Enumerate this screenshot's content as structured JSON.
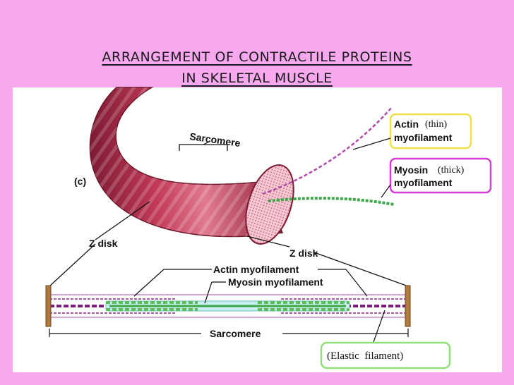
{
  "title": {
    "line1": "ARRANGEMENT OF CONTRACTILE PROTEINS",
    "line2": "IN SKELETAL MUSCLE"
  },
  "diagram": {
    "panel_letter": "(c)",
    "sarcomere_top": "Sarcomere",
    "z_disk_left": "Z disk",
    "z_disk_right": "Z disk",
    "actin_myofilament": "Actin myofilament",
    "myosin_myofilament": "Myosin myofilament",
    "sarcomere_bottom": "Sarcomere",
    "callout_actin": {
      "name": "Actin",
      "type": "(thin)",
      "line2": "myofilament",
      "border_color": "#f1e04a"
    },
    "callout_myosin": {
      "name": "Myosin",
      "type": "(thick)",
      "line2": "myofilament",
      "border_color": "#d63bd6"
    },
    "callout_elastic": {
      "text": "(Elastic  filament)",
      "border_color": "#8fe07a"
    }
  },
  "colors": {
    "background": "#f7a8ee",
    "muscle": "#b8304c",
    "actin": "#7b1f7a",
    "myosin": "#3fa64a",
    "z_disk": "#b07a3c"
  }
}
